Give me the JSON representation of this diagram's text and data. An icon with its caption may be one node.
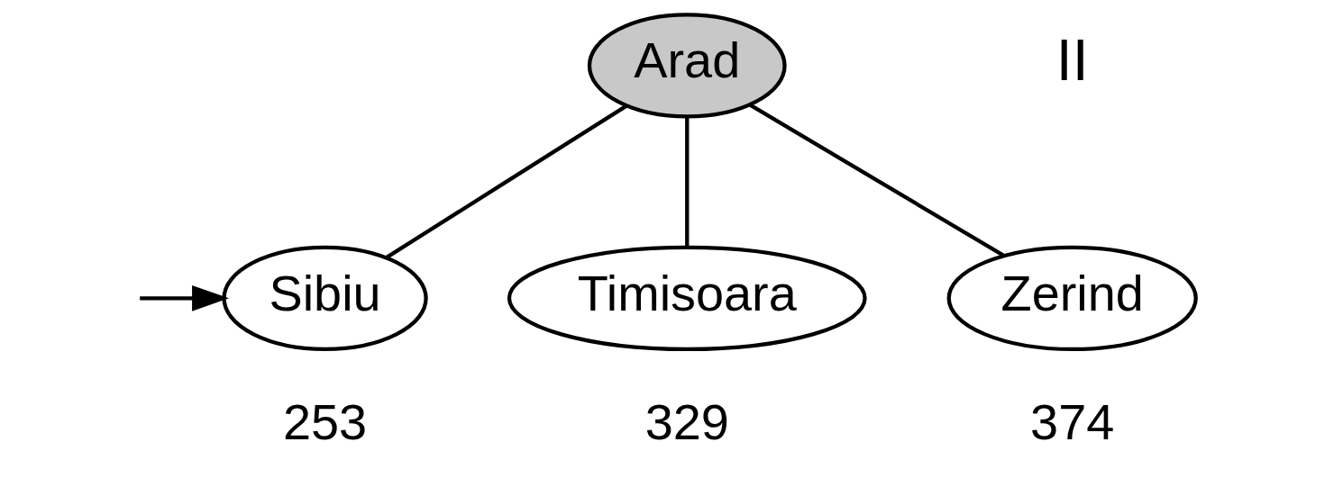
{
  "diagram": {
    "nodes": [
      {
        "text": [
          "Arad"
        ]
      },
      {
        "text": [
          "Sibiu"
        ],
        "beside": [
          "253"
        ]
      },
      {
        "text": [
          "Timisoara"
        ],
        "beside": [
          "329"
        ]
      },
      {
        "text": [
          "Zerind"
        ],
        "beside": [
          "374"
        ]
      }
    ],
    "edges": [
      {
        "from": 0,
        "to": 1,
        "arrow": "none"
      },
      {
        "from": 0,
        "to": 2,
        "arrow": "none"
      },
      {
        "from": 0,
        "to": 3,
        "arrow": "none"
      },
      {
        "from": null,
        "to": 1,
        "arrow": "to"
      }
    ],
    "labels": [
      "II"
    ]
  }
}
